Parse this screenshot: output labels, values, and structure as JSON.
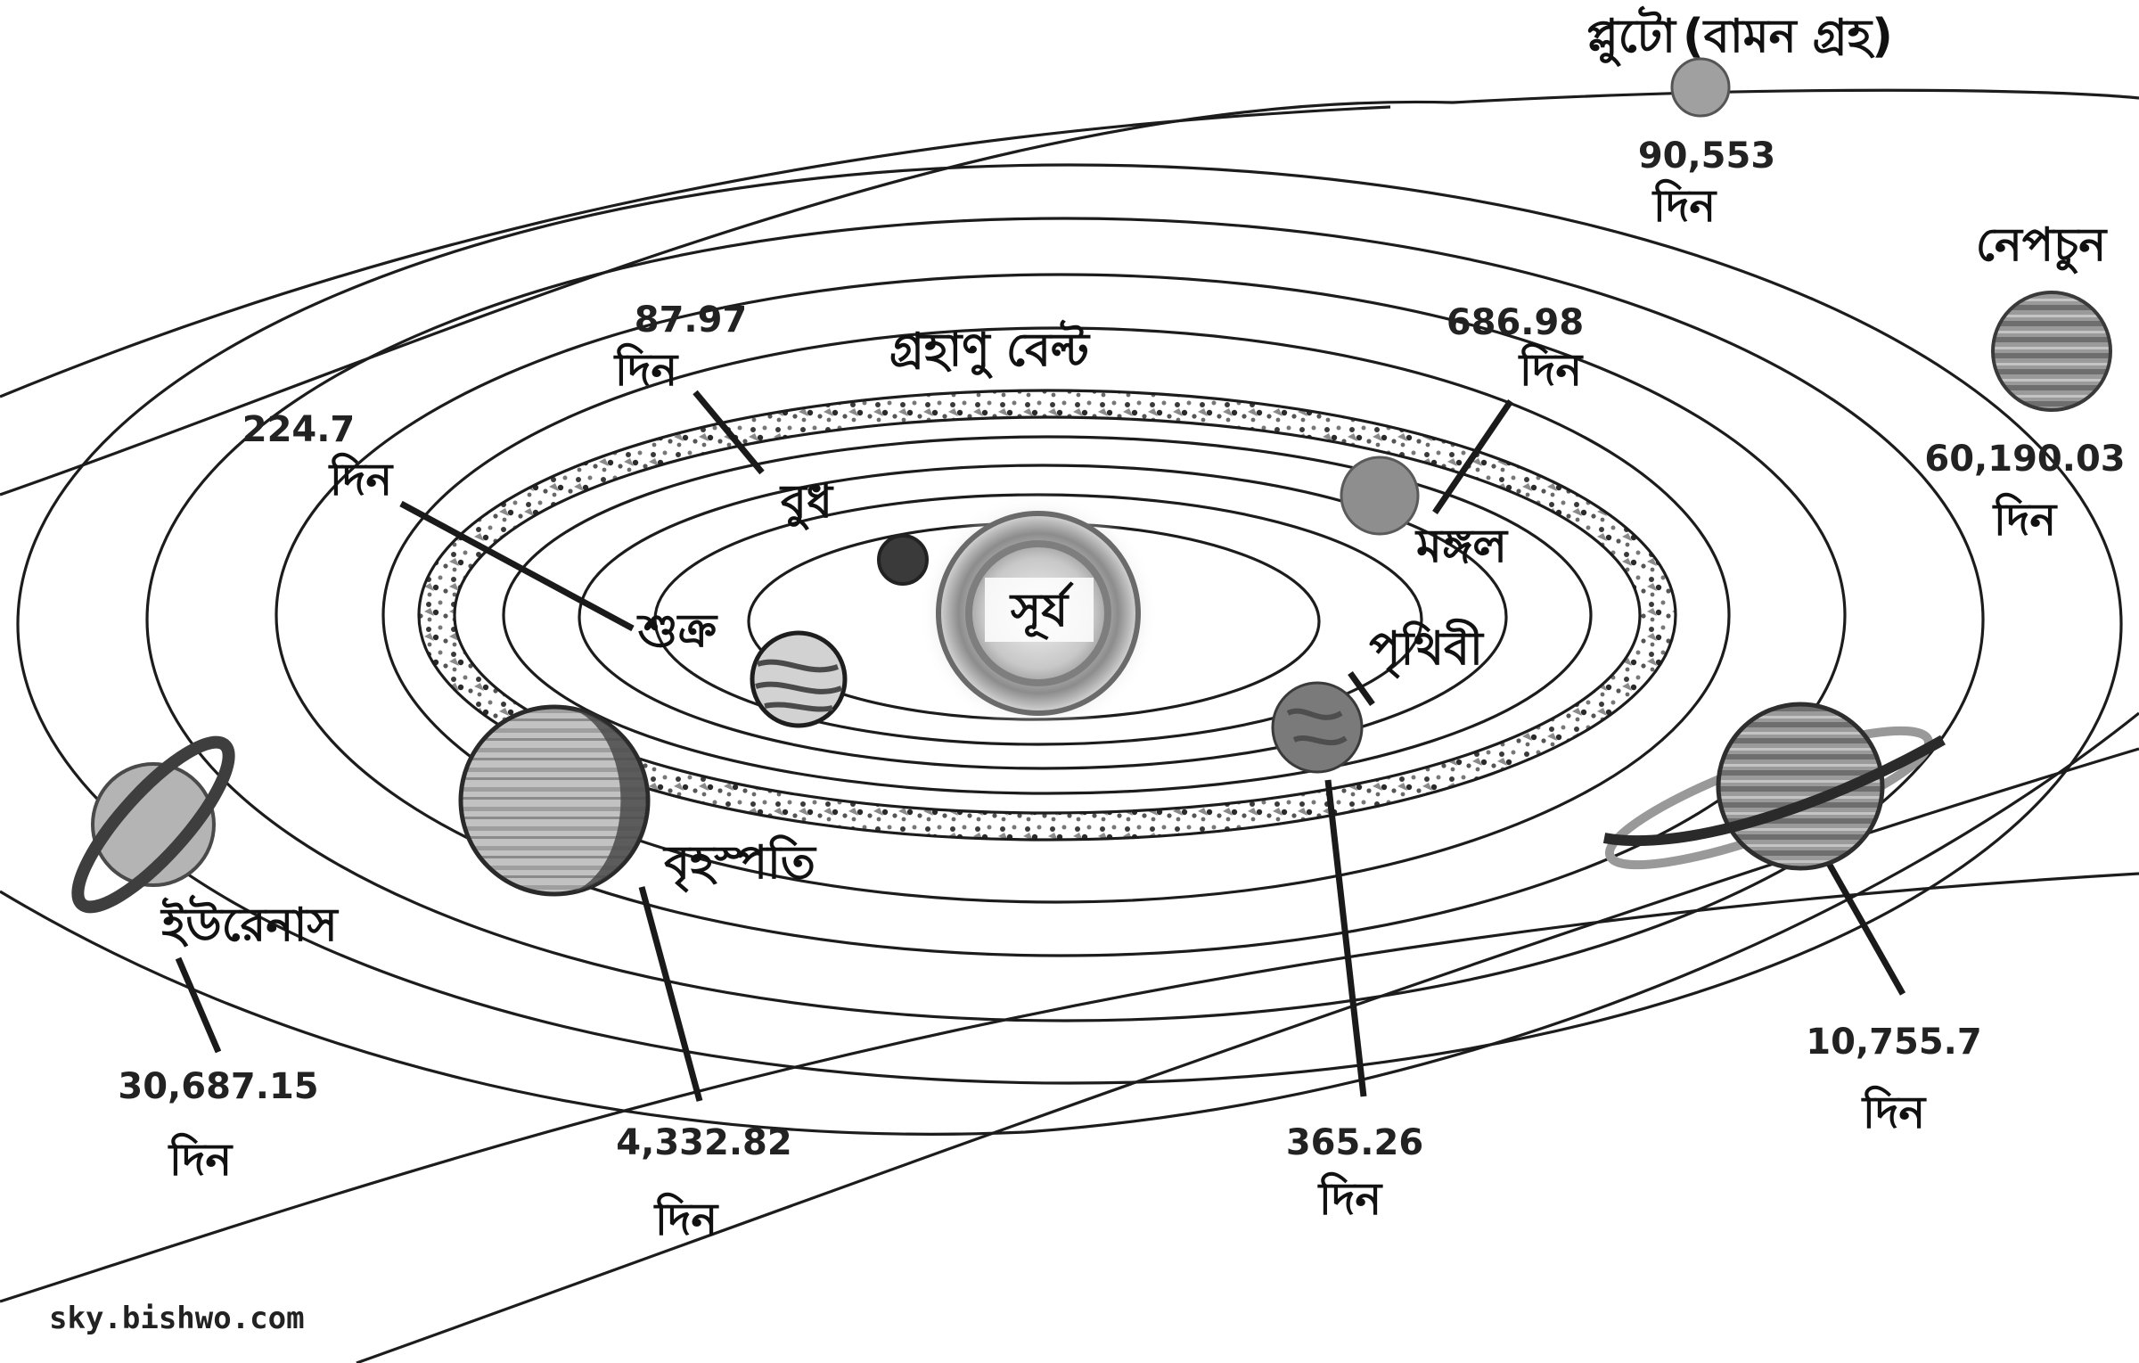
{
  "diagram": {
    "sun_label": "সূর্য",
    "belt_label": "গ্রহাণু বেল্ট",
    "source": "sky.bishwo.com",
    "planets": [
      {
        "name": "বুধ",
        "period": "87.97",
        "unit": "দিন",
        "shade": "#3a3a3a"
      },
      {
        "name": "শুক্র",
        "period": "224.7",
        "unit": "দিন",
        "shade": "#d2d2d2"
      },
      {
        "name": "পৃথিবী",
        "period": "365.26",
        "unit": "দিন",
        "shade": "#7a7a7a"
      },
      {
        "name": "মঙ্গল",
        "period": "686.98",
        "unit": "দিন",
        "shade": "#8e8e8e"
      },
      {
        "name": "বৃহস্পতি",
        "period": "4,332.82",
        "unit": "দিন",
        "shade": "#a8a8a8"
      },
      {
        "name": "",
        "period": "10,755.7",
        "unit": "দিন",
        "shade": "#5a5a5a"
      },
      {
        "name": "ইউরেনাস",
        "period": "30,687.15",
        "unit": "দিন",
        "shade": "#b4b4b4"
      },
      {
        "name": "নেপচুন",
        "period": "60,190.03",
        "unit": "দিন",
        "shade": "#8a8a8a"
      },
      {
        "name": "প্লুটো",
        "period": "90,553",
        "unit": "দিন",
        "shade": "#a0a0a0"
      }
    ],
    "pluto_note": "(বামন গ্রহ)"
  }
}
